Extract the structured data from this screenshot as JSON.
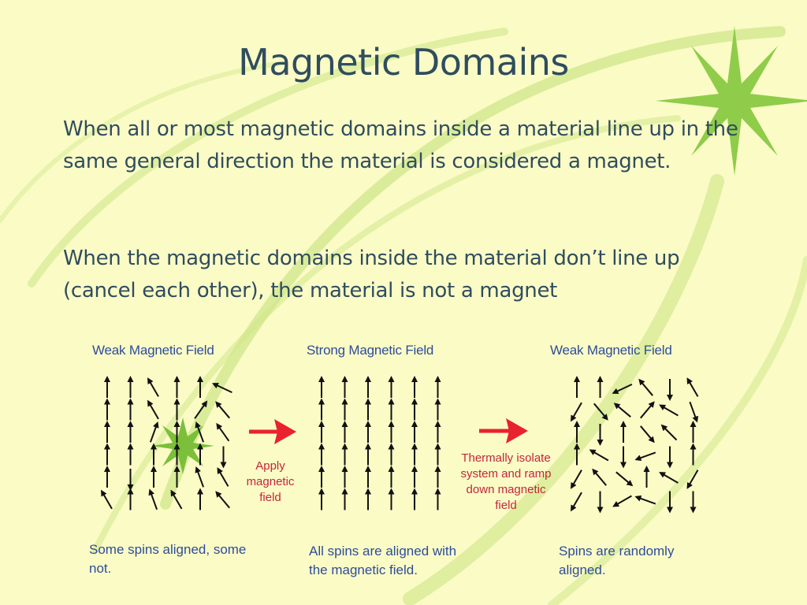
{
  "slide": {
    "title": "Magnetic Domains",
    "paragraph_1": "When all or most magnetic domains inside a material line up in the same general direction the material is considered a magnet.",
    "paragraph_2": "When the magnetic domains inside the material don’t line up (cancel each other), the material is not a magnet"
  },
  "figure": {
    "panels": [
      {
        "title": "Weak Magnetic Field",
        "caption": "Some spins aligned, some not."
      },
      {
        "title": "Strong Magnetic Field",
        "caption": "All spins are aligned with the magnetic field."
      },
      {
        "title": "Weak Magnetic Field",
        "caption": "Spins are randomly aligned."
      }
    ],
    "transitions": [
      {
        "label": "Apply magnetic field"
      },
      {
        "label": "Thermally isolate system and ramp down magnetic field"
      }
    ],
    "spin_grids": [
      {
        "rows": [
          [
            0,
            0,
            -30,
            0,
            0,
            -65
          ],
          [
            0,
            0,
            -30,
            0,
            35,
            -40
          ],
          [
            0,
            0,
            20,
            0,
            -20,
            -35
          ],
          [
            0,
            0,
            0,
            0,
            0,
            180
          ],
          [
            0,
            180,
            0,
            0,
            -20,
            -30
          ],
          [
            -30,
            0,
            -20,
            -30,
            0,
            -40
          ]
        ]
      },
      {
        "rows": [
          [
            0,
            0,
            0,
            0,
            0,
            0
          ],
          [
            0,
            0,
            0,
            0,
            0,
            0
          ],
          [
            0,
            0,
            0,
            0,
            0,
            0
          ],
          [
            0,
            0,
            0,
            0,
            0,
            0
          ],
          [
            0,
            0,
            0,
            0,
            0,
            0
          ],
          [
            0,
            0,
            0,
            0,
            0,
            0
          ]
        ]
      },
      {
        "rows": [
          [
            0,
            0,
            -115,
            -40,
            180,
            -30
          ],
          [
            -150,
            140,
            -50,
            40,
            -60,
            160
          ],
          [
            0,
            180,
            0,
            140,
            -45,
            0
          ],
          [
            0,
            -60,
            180,
            -110,
            180,
            0
          ],
          [
            -150,
            -40,
            130,
            0,
            -60,
            -150
          ],
          [
            -150,
            180,
            -120,
            -70,
            180,
            180
          ]
        ]
      }
    ],
    "colors": {
      "spin": "#111111",
      "arrow": "#e8232e",
      "burst": "#7bbf3a"
    }
  }
}
